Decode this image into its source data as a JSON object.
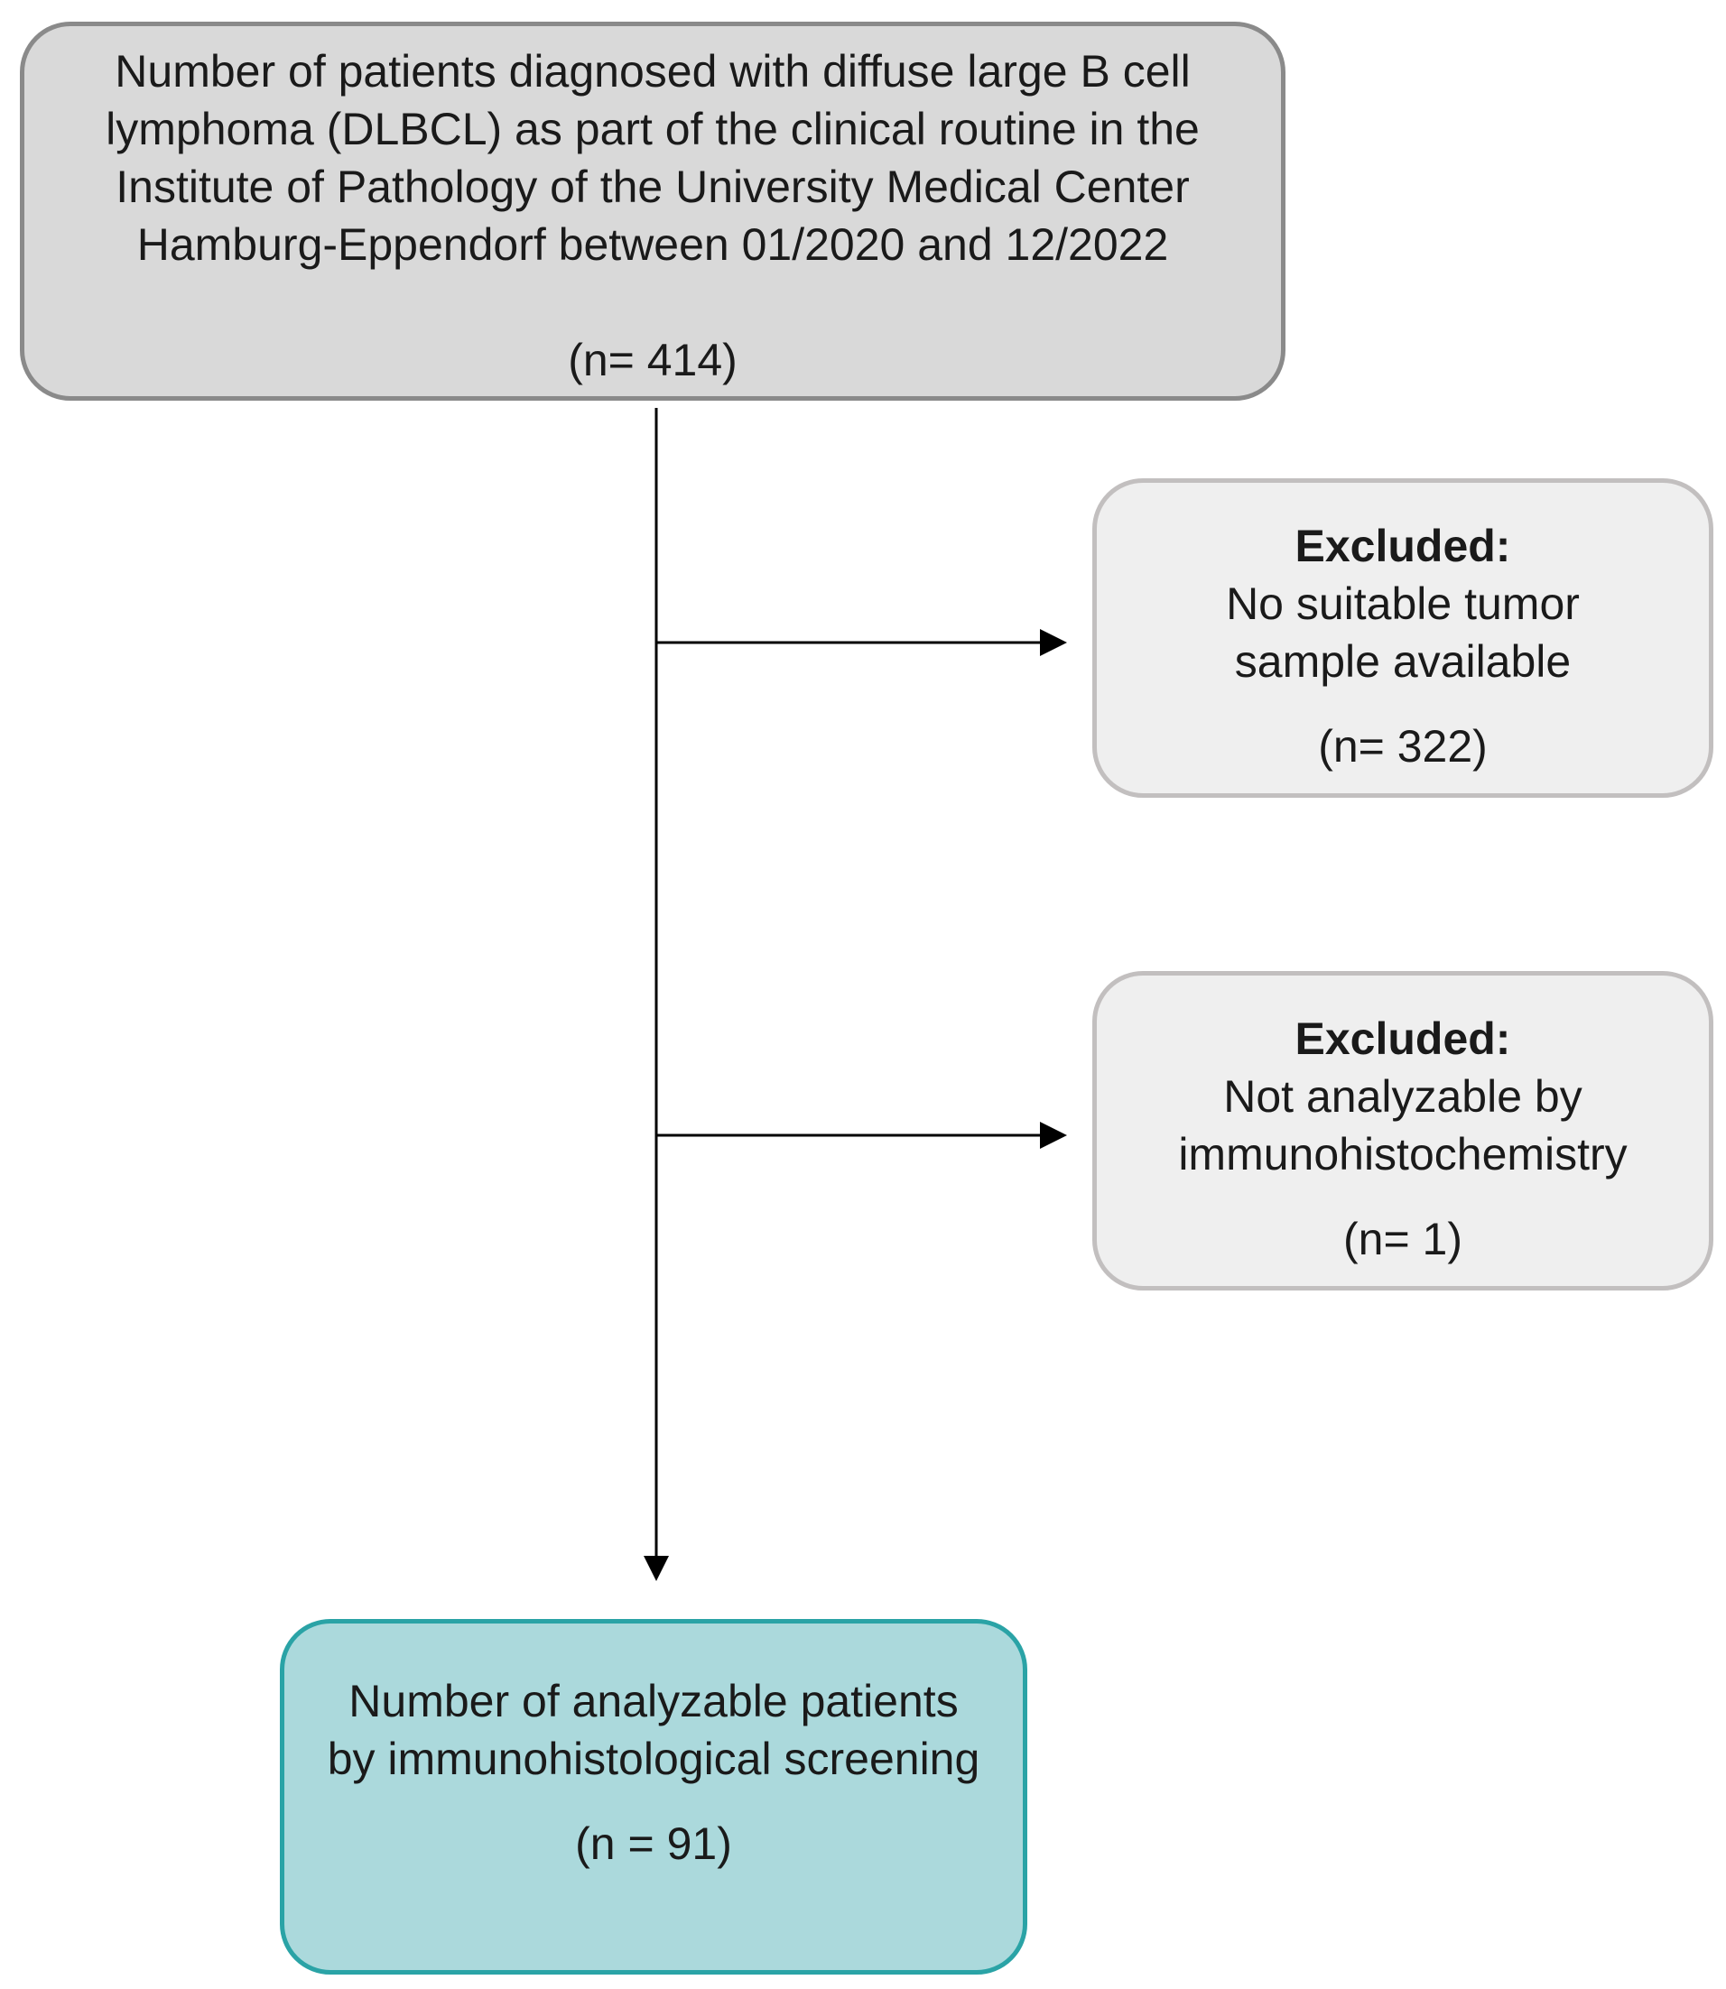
{
  "flowchart": {
    "start": {
      "text": "Number of patients diagnosed with diffuse large B cell lymphoma (DLBCL) as part of the clinical routine in the Institute of Pathology of the University Medical Center Hamburg-Eppendorf between 01/2020 and 12/2022",
      "count": "(n= 414)"
    },
    "exclusions": [
      {
        "heading": "Excluded:",
        "reason": "No suitable tumor sample available",
        "count": "(n= 322)"
      },
      {
        "heading": "Excluded:",
        "reason": "Not analyzable by immunohistochemistry",
        "count": "(n= 1)"
      }
    ],
    "end": {
      "text": "Number of analyzable patients by immunohistological screening",
      "count": "(n = 91)"
    }
  },
  "colors": {
    "start_fill": "#d9d9d9",
    "start_border": "#8a8a8a",
    "exclusion_fill": "#efefef",
    "exclusion_border": "#c2bfbf",
    "end_fill": "#abd9dc",
    "end_border": "#2aa3a6",
    "arrow": "#000000"
  }
}
